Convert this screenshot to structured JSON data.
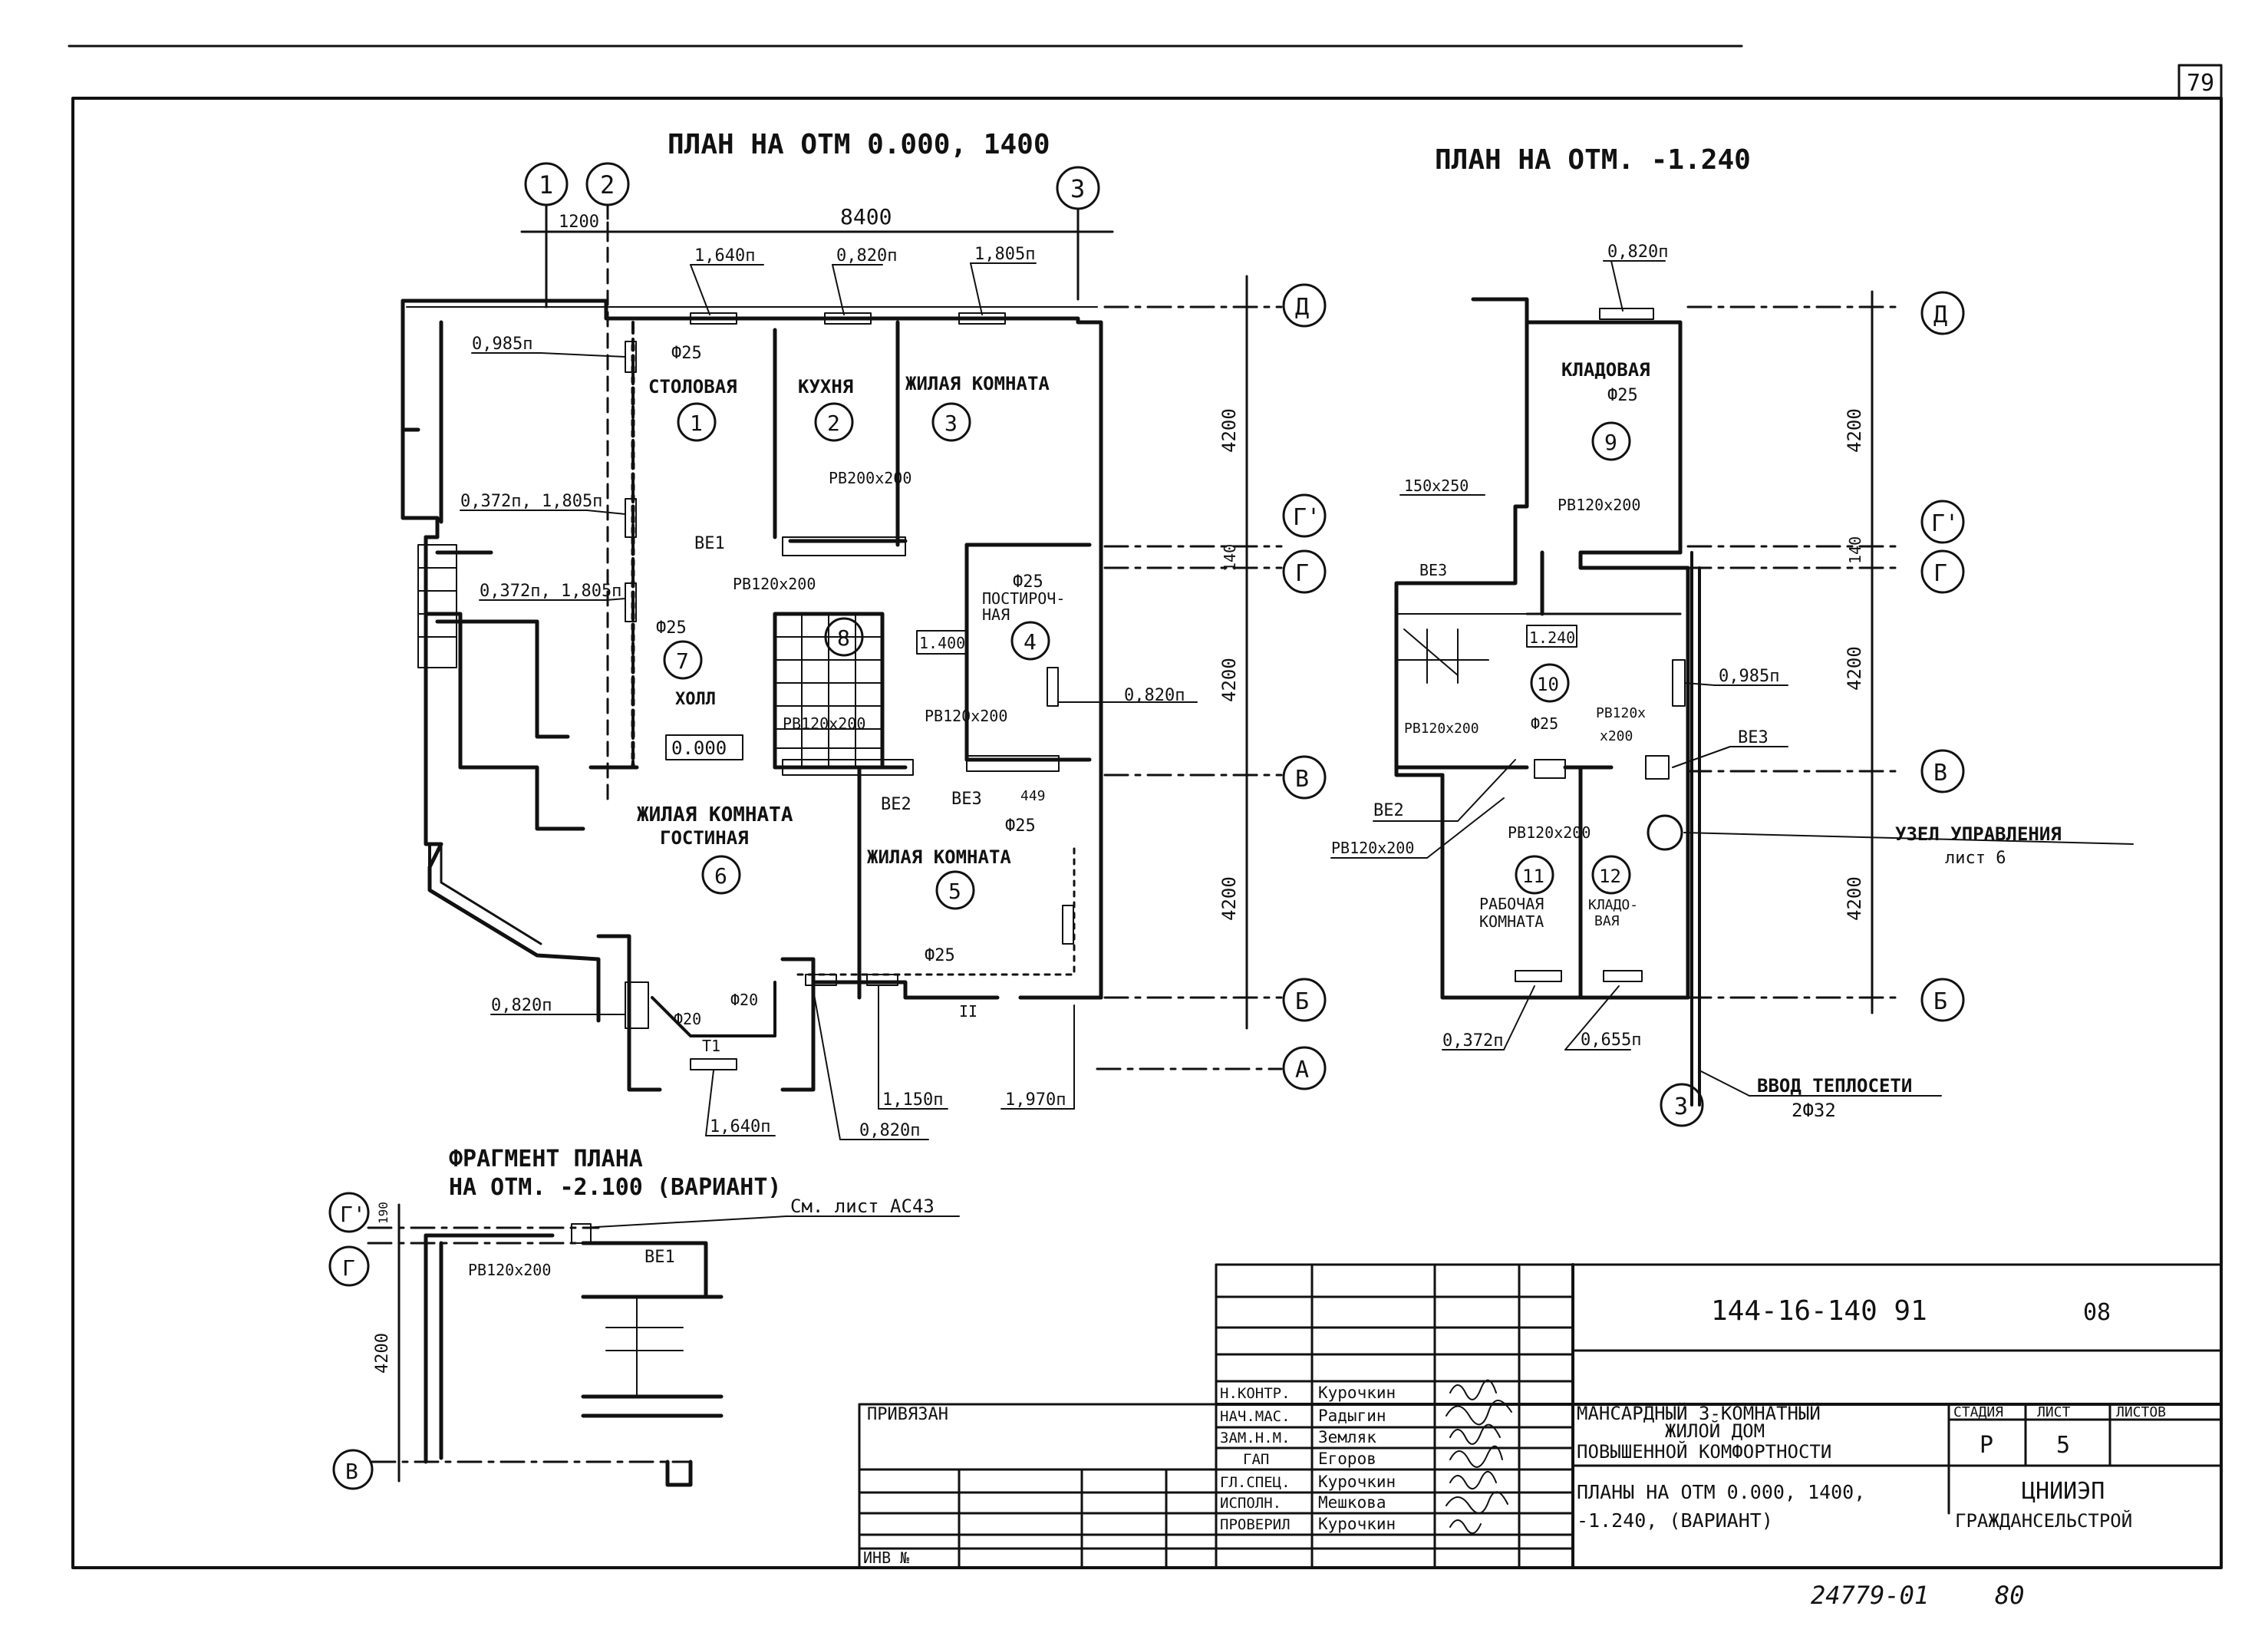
{
  "sheet_number": "79",
  "titles": {
    "plan_main": "ПЛАН НА ОТМ 0.000, 1400",
    "plan_basement": "ПЛАН НА ОТМ. -1.240",
    "fragment_line1": "ФРАГМЕНТ ПЛАНА",
    "fragment_line2": "НА ОТМ. -2.100 (ВАРИАНТ)",
    "fragment_ref": "См. лист АС43"
  },
  "axes": {
    "a1": "1",
    "a2": "2",
    "a3": "3",
    "aD": "Д",
    "aG1": "Г'",
    "aG": "Г",
    "aV": "В",
    "aB": "Б",
    "aA": "А"
  },
  "dimensions": {
    "d1200": "1200",
    "d8400": "8400",
    "d4200": "4200",
    "d140": "140"
  },
  "rooms_main": {
    "r1": "СТОЛОВАЯ",
    "r2": "КУХНЯ",
    "r3": "ЖИЛАЯ КОМНАТА",
    "r4a": "ПОСТИРОЧ-",
    "r4b": "НАЯ",
    "r6a": "ЖИЛАЯ КОМНАТА",
    "r6b": "ГОСТИНАЯ",
    "r5": "ЖИЛАЯ КОМНАТА",
    "r7": "ХОЛЛ"
  },
  "rooms_basement": {
    "r9": "КЛАДОВАЯ",
    "r11a": "РАБОЧАЯ",
    "r11b": "КОМНАТА",
    "r12a": "КЛАДО-",
    "r12b": "ВАЯ"
  },
  "room_numbers": [
    "1",
    "2",
    "3",
    "4",
    "5",
    "6",
    "7",
    "8",
    "9",
    "10",
    "11",
    "12"
  ],
  "labels_main": {
    "l1640a": "1,640п",
    "l0820a": "0,820п",
    "l1805a": "1,805п",
    "l0985": "0,985п",
    "l0372a": "0,372п, 1,805п",
    "l0372b": "0,372п, 1,805п",
    "f25a": "Ф25",
    "f25b": "Ф25",
    "f25c": "Ф25",
    "f25d": "Ф25",
    "f25e": "Ф25",
    "pb200": "РВ200х200",
    "pb120a": "РВ120х200",
    "pb120b": "РВ120х200",
    "pb120c": "РВ120х200",
    "ve1": "ВЕ1",
    "ve2": "ВЕ2",
    "ve3": "ВЕ3",
    "n449": "449",
    "m1400": "1.400",
    "m0000": "0.000",
    "l0820b": "0,820п",
    "l0820c": "0,820п",
    "l0820d": "0,820п",
    "f20a": "Ф20",
    "f20b": "Ф20",
    "t1": "Т1",
    "t2": "II",
    "l1150": "1,150п",
    "l1970": "1,970п",
    "l1640b": "1,640п"
  },
  "labels_basement": {
    "l0820": "0,820п",
    "f25": "Ф25",
    "s150": "150х250",
    "pb120a": "РВ120х200",
    "ve3a": "ВЕ3",
    "m1240": "1.240",
    "pb120b": "РВ120х200",
    "f25b": "Ф25",
    "pb120c1": "РВ120х",
    "pb120c2": "х200",
    "ve2": "ВЕ2",
    "ve3b": "ВЕ3",
    "pb120d": "РВ120х200",
    "pb120e": "РВ120х200",
    "l0985": "0,985п",
    "node1": "УЗЕЛ УПРАВЛЕНИЯ",
    "node2": "лист 6",
    "l0372": "0,372п",
    "l0655": "0,655п",
    "inlet1": "ВВОД ТЕПЛОСЕТИ",
    "inlet2": "2Ф32"
  },
  "labels_fragment": {
    "pb120": "РВ120х200",
    "ve1": "ВЕ1",
    "d190": "190",
    "d4200": "4200"
  },
  "title_block": {
    "privyazan": "ПРИВЯЗАН",
    "inv": "ИНВ №",
    "roles": [
      "Н.КОНТР.",
      "НАЧ.МАС.",
      "ЗАМ.Н.М.",
      "ГАП",
      "ГЛ.СПЕЦ.",
      "ИСПОЛН.",
      "ПРОВЕРИЛ"
    ],
    "names": [
      "Курочкин",
      "Радыгин",
      "Земляк",
      "Егоров",
      "Курочкин",
      "Мешкова",
      "Курочкин"
    ],
    "code": "144-16-140 91",
    "code_suffix": "08",
    "project_1": "МАНСАРДНЫЙ 3-КОМНАТНЫЙ",
    "project_2": "ЖИЛОЙ ДОМ",
    "project_3": "ПОВЫШЕННОЙ КОМФОРТНОСТИ",
    "stage_h": "СТАДИЯ",
    "sheet_h": "ЛИСТ",
    "sheets_h": "ЛИСТОВ",
    "stage": "Р",
    "sheet": "5",
    "drawing_1": "ПЛАНЫ НА ОТМ 0.000, 1400,",
    "drawing_2": "-1.240, (ВАРИАНТ)",
    "org_1": "ЦНИИЭП",
    "org_2": "ГРАЖДАНСЕЛЬСТРОЙ"
  },
  "archive_number": "24779-01",
  "archive_page": "80"
}
